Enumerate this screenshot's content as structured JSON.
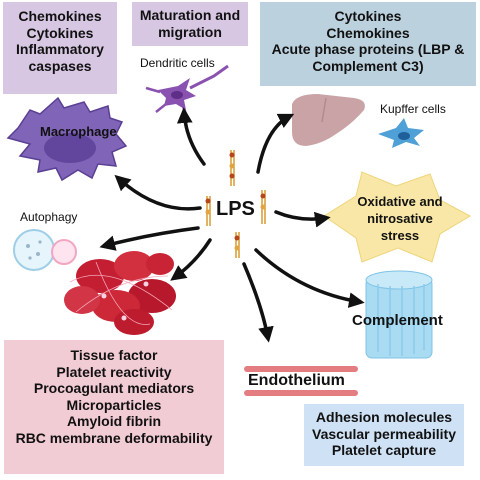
{
  "boxes": {
    "inflammation": {
      "lines": [
        "Chemokines",
        "Cytokines",
        "Inflammatory",
        "caspases"
      ],
      "fill": "#d7c7e3"
    },
    "maturation": {
      "lines": [
        "Maturation and",
        "migration"
      ],
      "fill": "#d7c7e3"
    },
    "acute_phase": {
      "lines": [
        "Cytokines",
        "Chemokines",
        "Acute phase proteins (LBP &",
        "Complement C3)"
      ],
      "fill": "#bcd1de"
    },
    "coagulation": {
      "lines": [
        "Tissue factor",
        "Platelet reactivity",
        "Procoagulant mediators",
        "Microparticles",
        "Amyloid fibrin",
        "RBC membrane deformability"
      ],
      "fill": "#f2ccd4"
    },
    "vascular": {
      "lines": [
        "Adhesion molecules",
        "Vascular permeability",
        "Platelet capture"
      ],
      "fill": "#cfe2f5"
    }
  },
  "labels": {
    "center": "LPS",
    "macrophage": "Macrophage",
    "dendritic": "Dendritic cells",
    "kupffer": "Kupffer cells",
    "autophagy": "Autophagy",
    "oxidative": [
      "Oxidative and",
      "nitrosative",
      "stress"
    ],
    "complement": "Complement",
    "endothelium": "Endothelium"
  },
  "colors": {
    "arrow": "#111111",
    "macrophage": "#8064b8",
    "dendritic": "#8a52b0",
    "liver": "#caa3a6",
    "kupffer": "#4fa0d6",
    "star": "#f8e7a6",
    "rbc": "#c41e32",
    "complement": "#a9dbf2",
    "endothelium": "#e47d82"
  }
}
